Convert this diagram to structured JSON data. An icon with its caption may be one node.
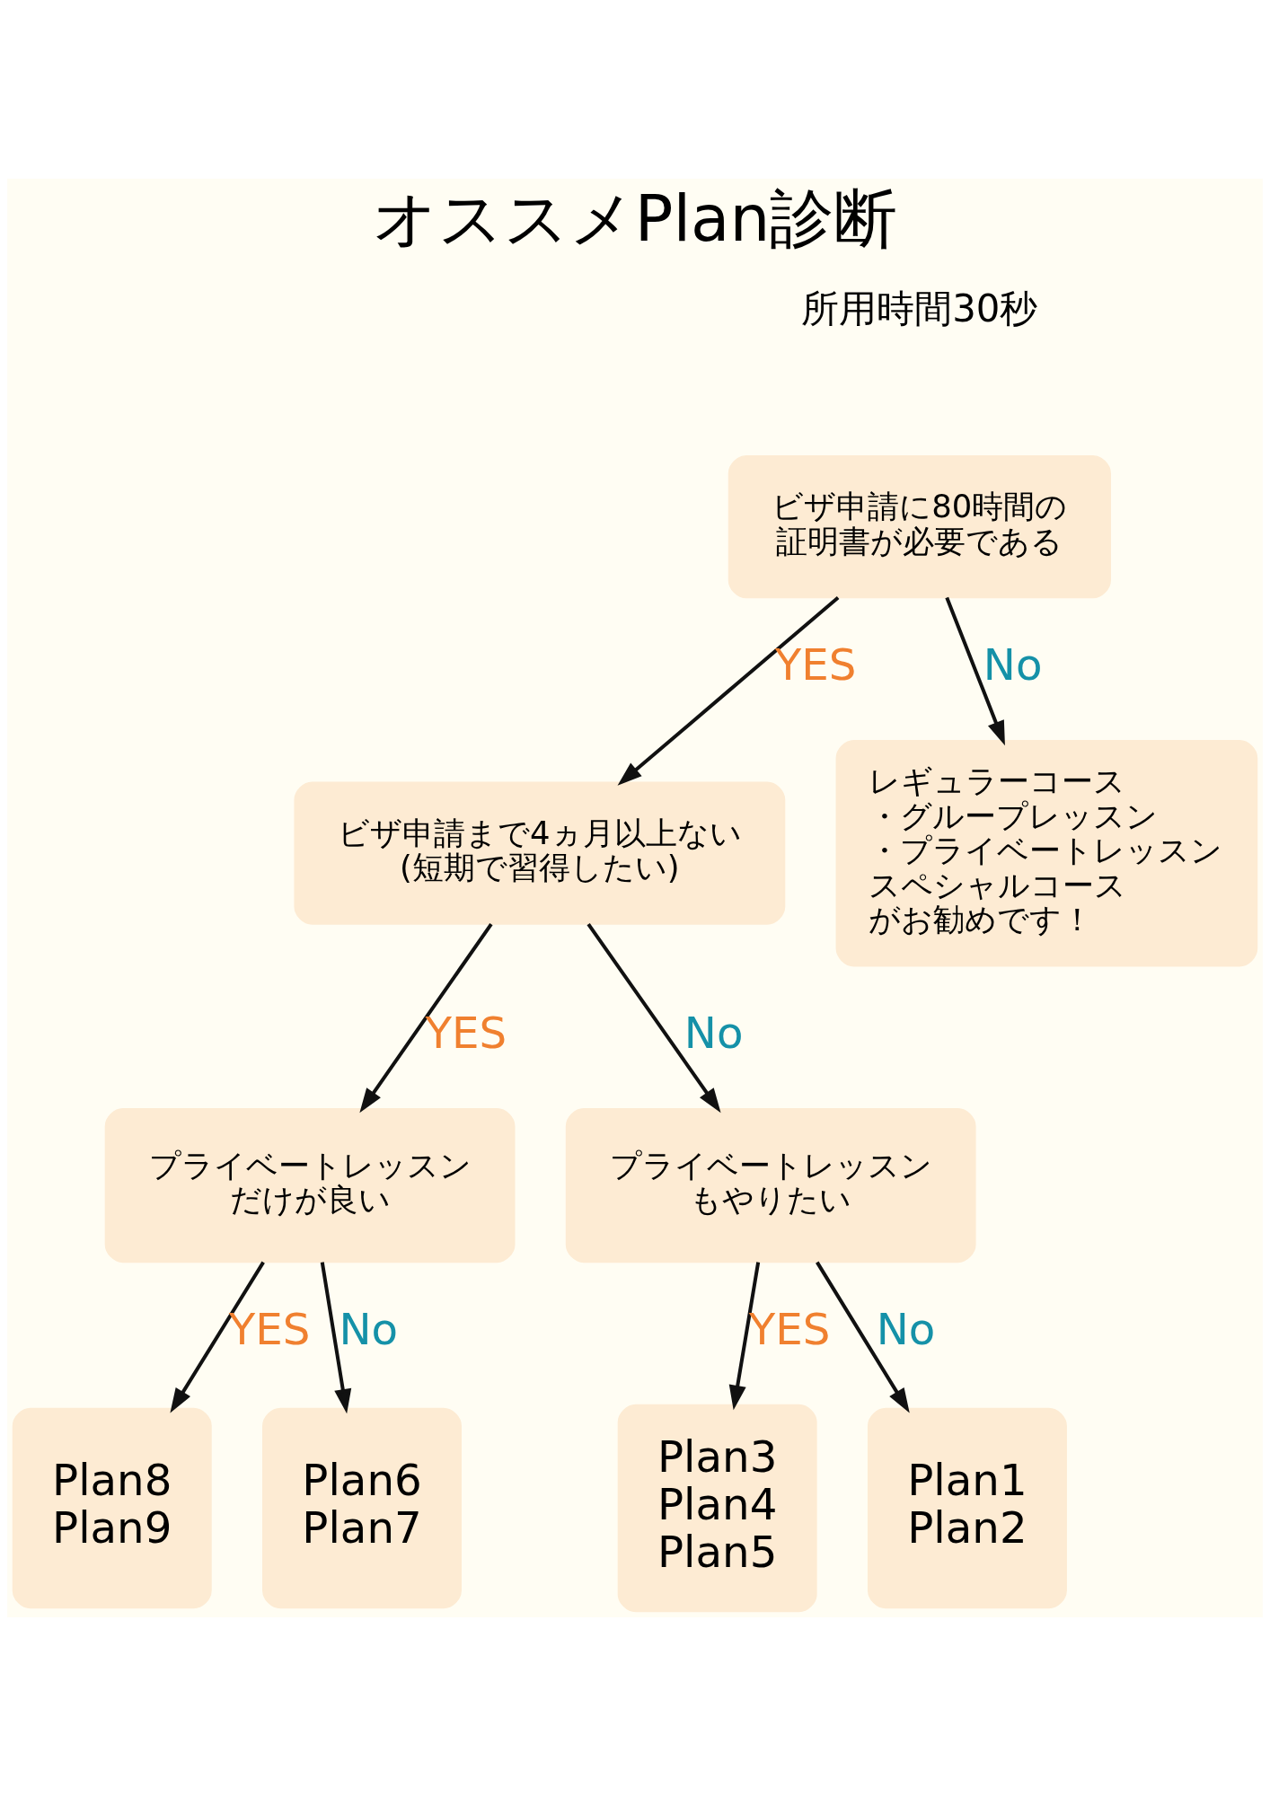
{
  "diagram": {
    "title": "オススメPlan診断",
    "nodes": [
      {
        "text": [
          "ビザ申請に80時間の証明書が必要である"
        ]
      },
      {
        "text": [
          "ビザ申請まで4ヵ月以上ない(短期で習得したい)"
        ]
      },
      {
        "text": [
          "レギュラーコース",
          "・グループレッスン",
          "・プライベートレッスン",
          "スペシャルコース",
          "がお勧めです！"
        ]
      },
      {
        "text": [
          "プライベートレッスンだけが良い"
        ]
      },
      {
        "text": [
          "プライベートレッスンもやりたい"
        ]
      },
      {
        "text": [
          "Plan8",
          "Plan9"
        ]
      },
      {
        "text": [
          "Plan6",
          "Plan7"
        ]
      },
      {
        "text": [
          "Plan3",
          "Plan4",
          "Plan5"
        ]
      },
      {
        "text": [
          "Plan1",
          "Plan2"
        ]
      }
    ],
    "edges": [
      {
        "from": 0,
        "to": 1,
        "arrow": "to",
        "label": "YES"
      },
      {
        "from": 0,
        "to": 2,
        "arrow": "to",
        "label": "No"
      },
      {
        "from": 1,
        "to": 3,
        "arrow": "to",
        "label": "YES"
      },
      {
        "from": 1,
        "to": 4,
        "arrow": "to",
        "label": "No"
      },
      {
        "from": 3,
        "to": 5,
        "arrow": "to",
        "label": "YES"
      },
      {
        "from": 3,
        "to": 6,
        "arrow": "to",
        "label": "No"
      },
      {
        "from": 4,
        "to": 7,
        "arrow": "to",
        "label": "YES"
      },
      {
        "from": 4,
        "to": 8,
        "arrow": "to",
        "label": "No"
      }
    ],
    "labels": [
      "所用時間30秒"
    ]
  }
}
